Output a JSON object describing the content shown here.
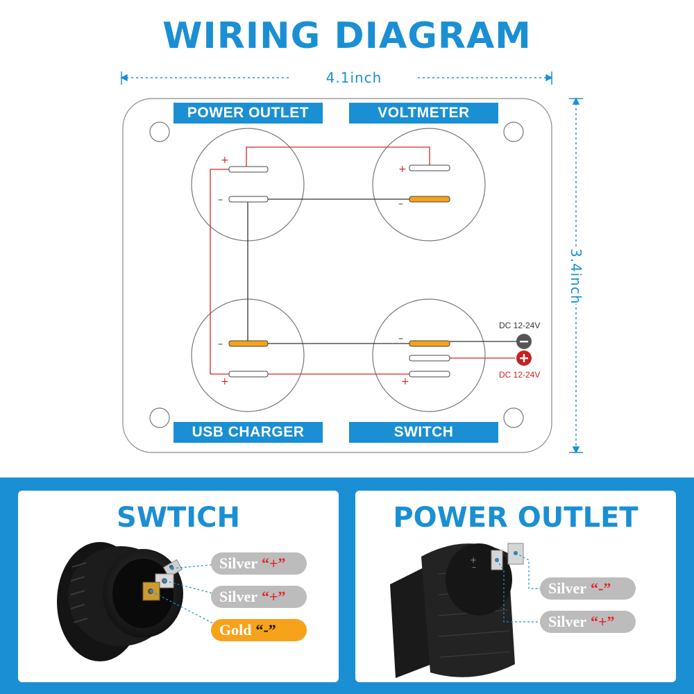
{
  "title": "WIRING DIAGRAM",
  "dimensions": {
    "width": "4.1inch",
    "height": "3.4inch"
  },
  "plate": {
    "labels": {
      "power_outlet": "POWER OUTLET",
      "voltmeter": "VOLTMETER",
      "usb_charger": "USB CHARGER",
      "switch": "SWITCH"
    },
    "signs": {
      "plus": "+",
      "minus": "–"
    },
    "dc_negative": "DC 12-24V",
    "dc_positive": "DC 12-24V"
  },
  "panels": {
    "switch": {
      "title": "SWTICH",
      "terminals": [
        {
          "name": "Silver",
          "sign": "“+”",
          "type": "silver"
        },
        {
          "name": "Silver",
          "sign": "“+”",
          "type": "silver"
        },
        {
          "name": "Gold",
          "sign": "“-”",
          "type": "gold"
        }
      ]
    },
    "power_outlet": {
      "title": "POWER OUTLET",
      "terminals": [
        {
          "name": "Silver",
          "sign": "“-”",
          "type": "silver"
        },
        {
          "name": "Silver",
          "sign": "“+”",
          "type": "silver"
        }
      ]
    }
  },
  "colors": {
    "accent": "#1a8fd4",
    "wire_positive": "#d12a2a",
    "wire_negative": "#333333",
    "gold_terminal": "#f7a21b",
    "silver_terminal": "#bcbcbc"
  }
}
